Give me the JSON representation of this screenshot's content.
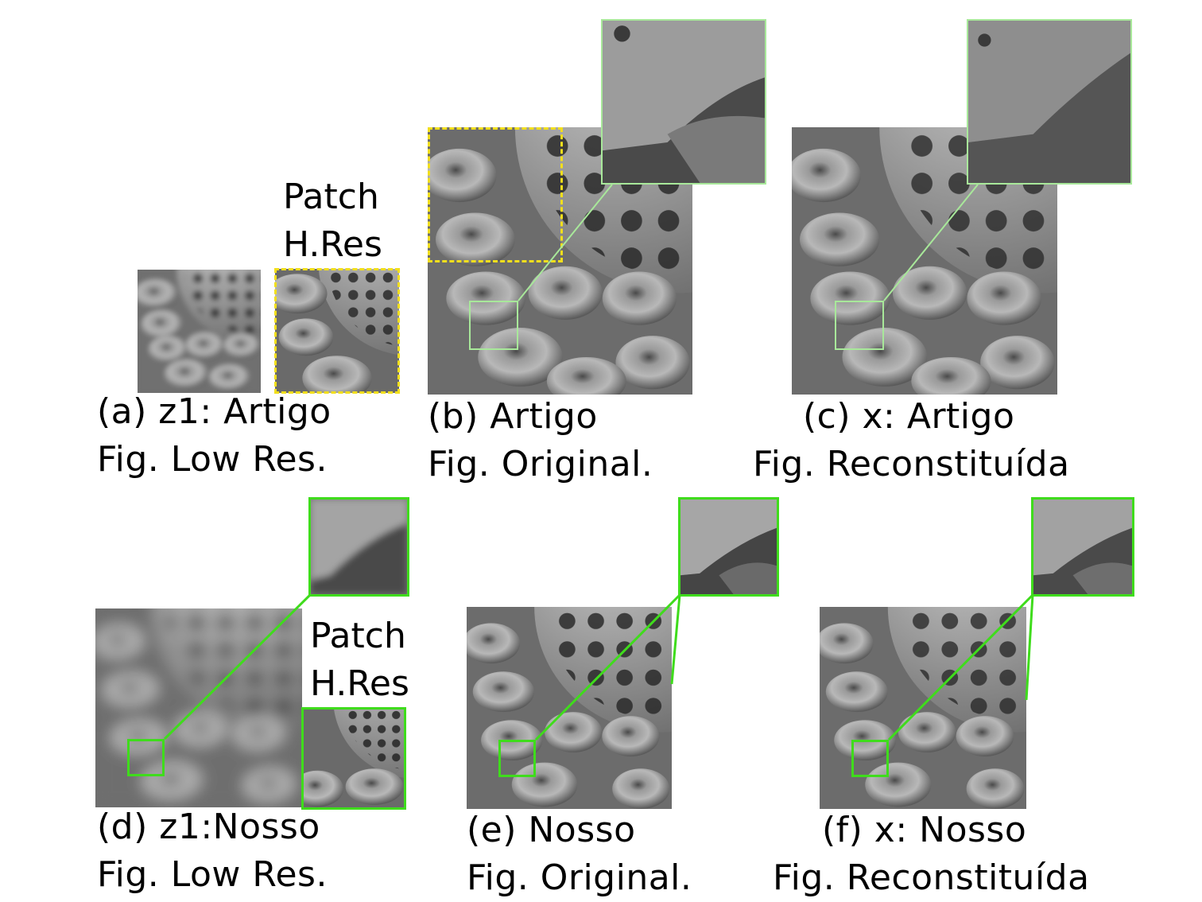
{
  "panels": {
    "a": {
      "caption_line1": "(a) z1: Artigo",
      "caption_line2": "Fig. Low Res.",
      "patch_label_line1": "Patch",
      "patch_label_line2": "H.Res"
    },
    "b": {
      "caption_line1": "(b) Artigo",
      "caption_line2": "Fig. Original."
    },
    "c": {
      "caption_line1": "(c) x: Artigo",
      "caption_line2": "Fig. Reconstituída"
    },
    "d": {
      "caption_line1": "(d) z1:Nosso",
      "caption_line2": "Fig. Low Res.",
      "patch_label_line1": "Patch",
      "patch_label_line2": "H.Res"
    },
    "e": {
      "caption_line1": "(e) Nosso",
      "caption_line2": "Fig. Original."
    },
    "f": {
      "caption_line1": "(f) x: Nosso",
      "caption_line2": "Fig. Reconstituída"
    }
  },
  "colors": {
    "highlight_light": "#a8e89a",
    "highlight_bright": "#3fdc1c",
    "patch_dashed": "#f2df1c",
    "background": "#ffffff"
  }
}
